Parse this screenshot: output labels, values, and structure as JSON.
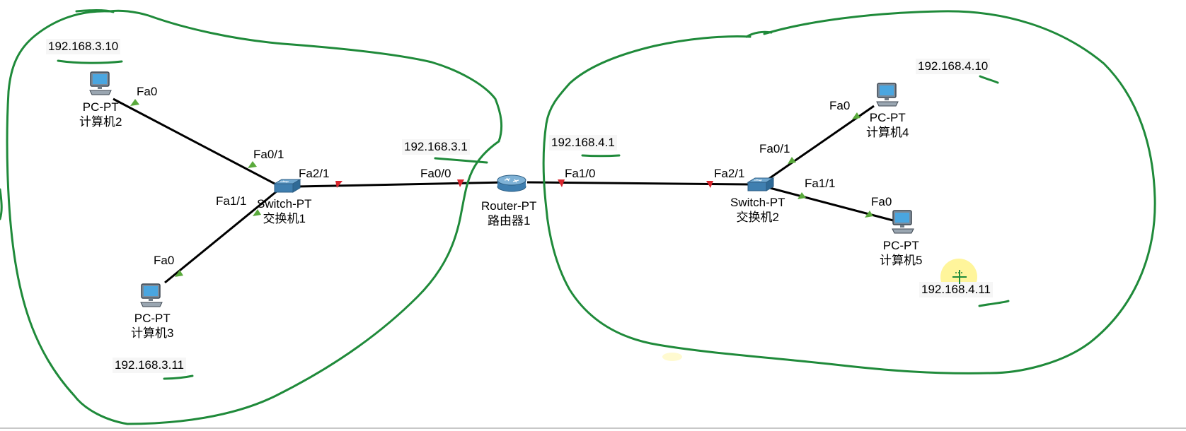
{
  "devices": {
    "pc2": {
      "type": "PC-PT",
      "name": "计算机2"
    },
    "pc3": {
      "type": "PC-PT",
      "name": "计算机3"
    },
    "pc4": {
      "type": "PC-PT",
      "name": "计算机4"
    },
    "pc5": {
      "type": "PC-PT",
      "name": "计算机5"
    },
    "switch1": {
      "type": "Switch-PT",
      "name": "交换机1"
    },
    "switch2": {
      "type": "Switch-PT",
      "name": "交换机2"
    },
    "router1": {
      "type": "Router-PT",
      "name": "路由器1"
    }
  },
  "ports": {
    "pc2_fa0": "Fa0",
    "sw1_fa01": "Fa0/1",
    "sw1_fa21": "Fa2/1",
    "sw1_fa11": "Fa1/1",
    "pc3_fa0": "Fa0",
    "r1_fa00": "Fa0/0",
    "r1_fa10": "Fa1/0",
    "sw2_fa21": "Fa2/1",
    "sw2_fa01": "Fa0/1",
    "sw2_fa11": "Fa1/1",
    "pc4_fa0": "Fa0",
    "pc5_fa0": "Fa0"
  },
  "ips": {
    "pc2": "192.168.3.10",
    "pc3": "192.168.3.11",
    "r1_left": "192.168.3.1",
    "r1_right": "192.168.4.1",
    "pc4": "192.168.4.10",
    "pc5": "192.168.4.11"
  },
  "colors": {
    "link": "#000000",
    "port_up": "#5aaa3c",
    "port_down": "#d8262e",
    "annotation": "#1f8a3a",
    "highlight": "#fff27a"
  },
  "icons": {
    "pc": "computer-icon",
    "switch": "switch-icon",
    "router": "router-icon"
  }
}
